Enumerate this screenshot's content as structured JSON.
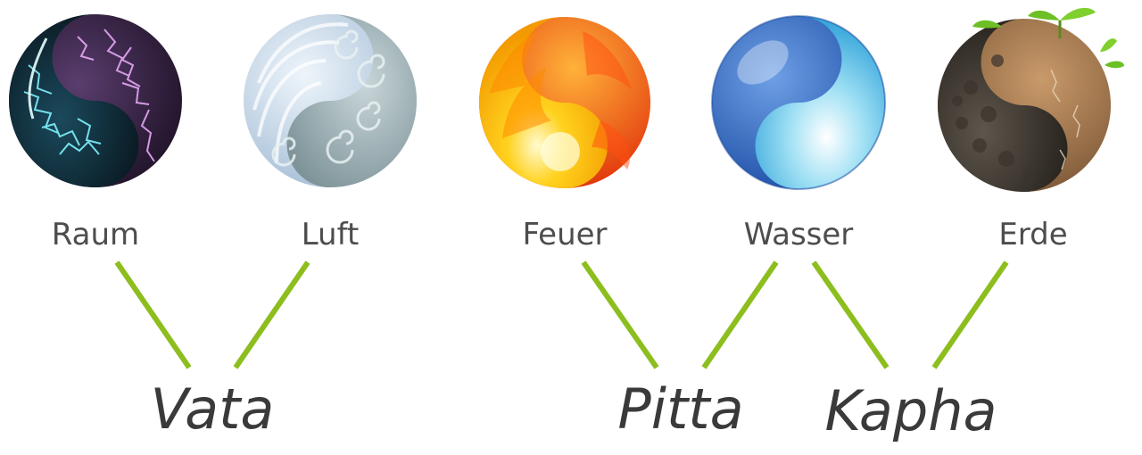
{
  "elements": [
    {
      "label": "Raum",
      "icon": "lightning-yin-yang-icon"
    },
    {
      "label": "Luft",
      "icon": "wind-swirl-yin-yang-icon"
    },
    {
      "label": "Feuer",
      "icon": "fire-yin-yang-icon"
    },
    {
      "label": "Wasser",
      "icon": "water-yin-yang-icon"
    },
    {
      "label": "Erde",
      "icon": "earth-yin-yang-icon"
    }
  ],
  "doshas": [
    {
      "label": "Vata",
      "from": [
        "Raum",
        "Luft"
      ]
    },
    {
      "label": "Pitta",
      "from": [
        "Feuer",
        "Wasser"
      ]
    },
    {
      "label": "Kapha",
      "from": [
        "Wasser",
        "Erde"
      ]
    }
  ],
  "colors": {
    "connector": "#8cbe1e",
    "element_text": "#4d4d4d",
    "dosha_text": "#3a3a3a"
  }
}
